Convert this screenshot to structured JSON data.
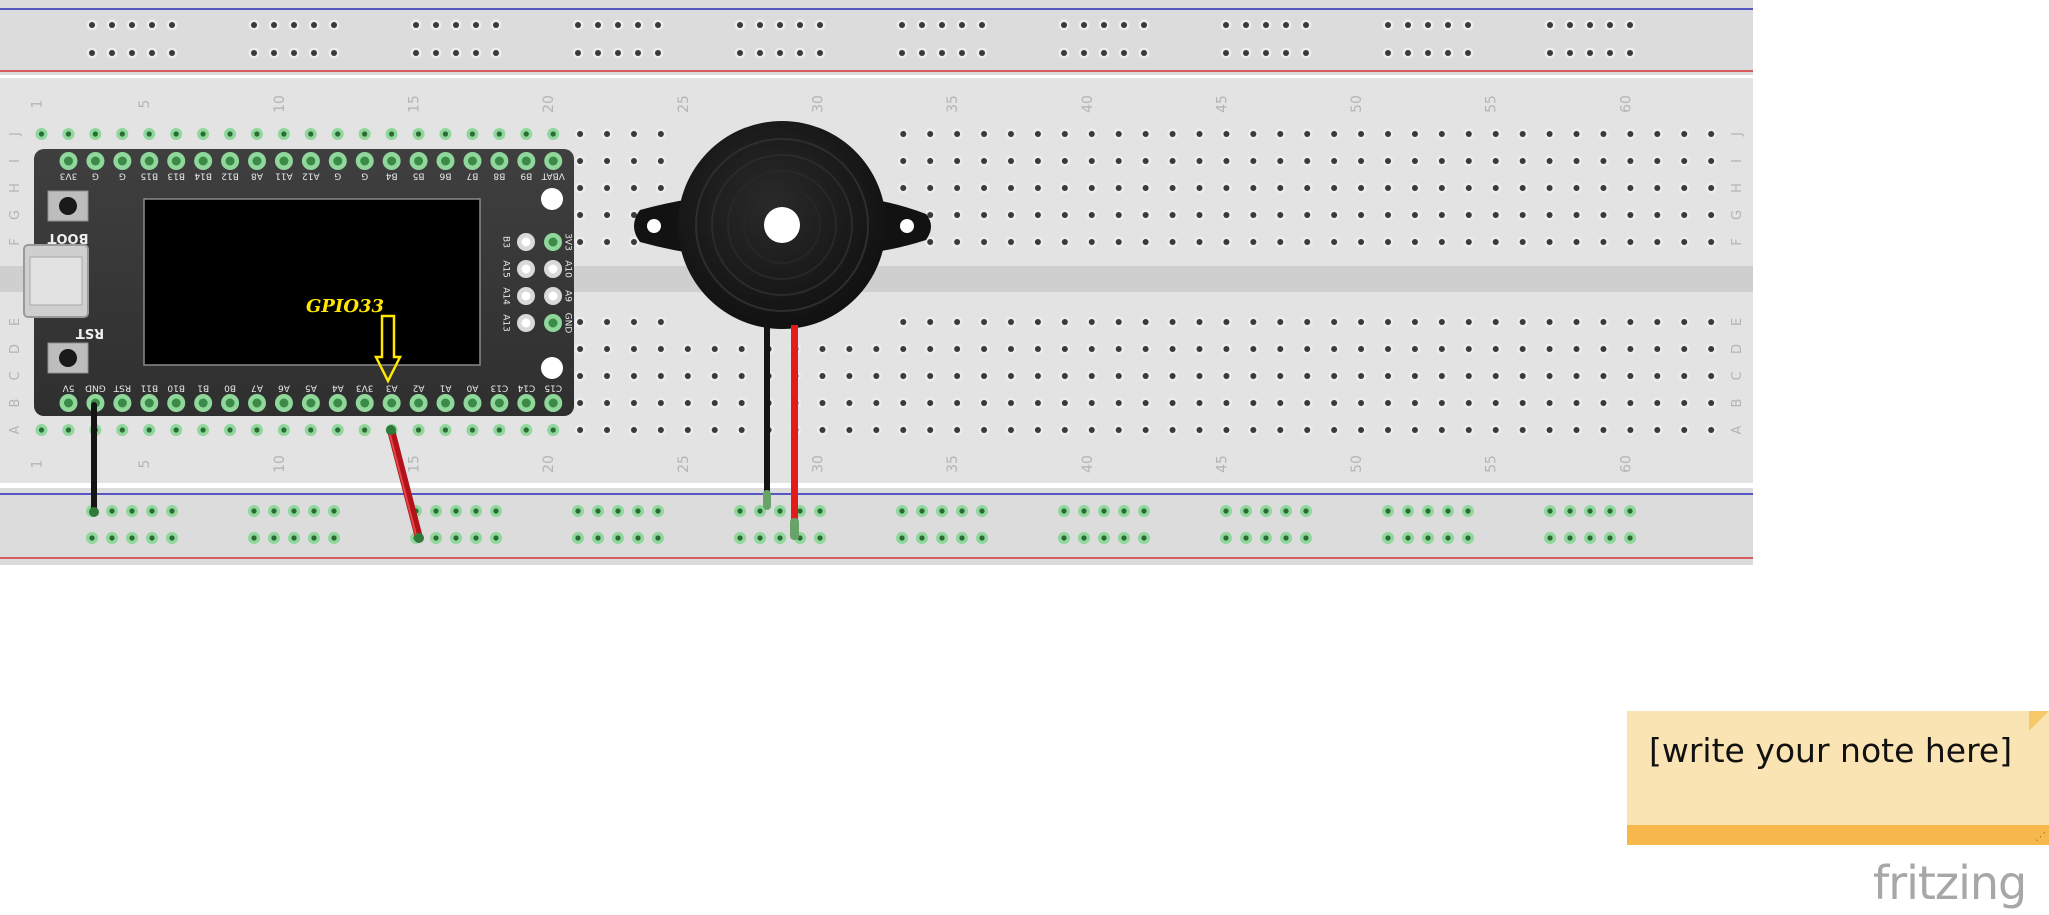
{
  "breadboard": {
    "column_numbers": [
      "1",
      "5",
      "10",
      "15",
      "20",
      "25",
      "30",
      "35",
      "40",
      "45",
      "50",
      "55",
      "60"
    ],
    "row_letters_top": [
      "J",
      "I",
      "H",
      "G",
      "F"
    ],
    "row_letters_bottom": [
      "E",
      "D",
      "C",
      "B",
      "A"
    ]
  },
  "board": {
    "label": "GPIO33",
    "boot_label": "BOOT",
    "rst_label": "RST",
    "top_pins": [
      "3V3",
      "G",
      "G",
      "B15",
      "B13",
      "B14",
      "B12",
      "A8",
      "A11",
      "A12",
      "G",
      "G",
      "B4",
      "B5",
      "B6",
      "B7",
      "B8",
      "B9",
      "VBAT"
    ],
    "bottom_pins": [
      "5V",
      "GND",
      "RST",
      "B11",
      "B10",
      "B1",
      "B0",
      "A7",
      "A6",
      "A5",
      "A4",
      "3V3",
      "A3",
      "A2",
      "A1",
      "A0",
      "C13",
      "C14",
      "C15"
    ],
    "side_pins_left": [
      "B3",
      "A15",
      "A14",
      "A13"
    ],
    "side_pins_right": [
      "3V3",
      "A10",
      "A9",
      "GND"
    ]
  },
  "note": {
    "text": "[write your note here]"
  },
  "brand": {
    "text": "fritzing"
  },
  "colors": {
    "rail_blue": "#2b2bb8",
    "rail_red": "#d33333",
    "wire_red": "#e41b1b",
    "wire_black": "#151515",
    "board_dark": "#3a3a3a",
    "note_body": "#fbe4b3",
    "note_bar": "#f6b84a",
    "label_yellow": "#ffe800"
  }
}
